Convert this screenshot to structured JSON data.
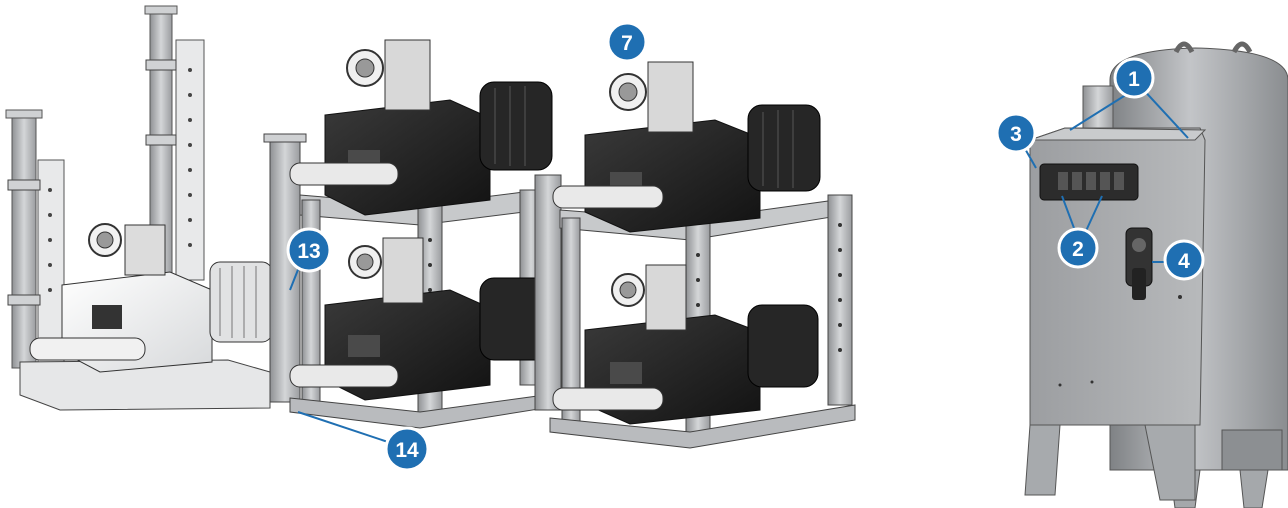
{
  "callouts": [
    {
      "id": "c1",
      "label": "1"
    },
    {
      "id": "c2",
      "label": "2"
    },
    {
      "id": "c3",
      "label": "3"
    },
    {
      "id": "c4",
      "label": "4"
    },
    {
      "id": "c7",
      "label": "7"
    },
    {
      "id": "c13",
      "label": "13"
    },
    {
      "id": "c14",
      "label": "14"
    }
  ],
  "colors": {
    "callout_fill": "#1f6fb2",
    "callout_stroke": "#ffffff",
    "leader_line": "#1f6fb2",
    "frame_metal": "#b9bbbe",
    "pump_body": "#232323",
    "cabinet": "#a9abae",
    "tank": "#a3a6a9"
  },
  "figure_elements": [
    "single-pump-unit",
    "double-pump-stack-1",
    "double-pump-stack-2",
    "control-cabinet",
    "receiver-tank"
  ]
}
